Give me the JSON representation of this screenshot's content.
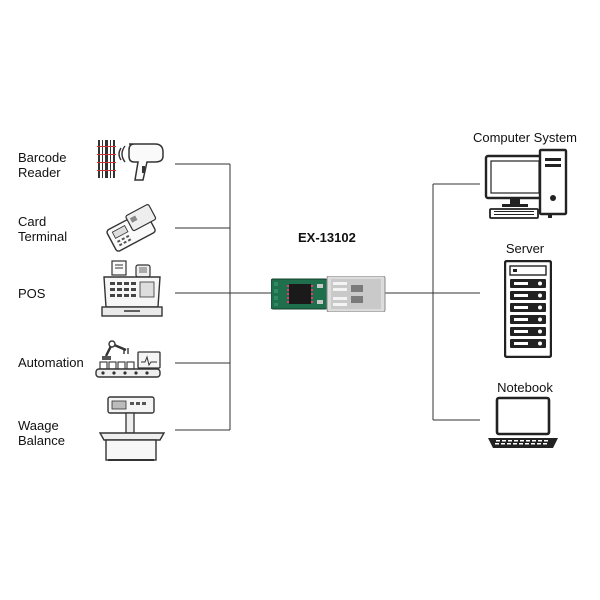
{
  "product": {
    "name": "EX-13102"
  },
  "devices_left": [
    {
      "line1": "Barcode",
      "line2": "Reader",
      "icon": "barcode-reader-icon"
    },
    {
      "line1": "Card",
      "line2": "Terminal",
      "icon": "card-terminal-icon"
    },
    {
      "line1": "POS",
      "line2": "",
      "icon": "pos-register-icon"
    },
    {
      "line1": "Automation",
      "line2": "",
      "icon": "automation-robot-icon"
    },
    {
      "line1": "Waage",
      "line2": "Balance",
      "icon": "scale-icon"
    }
  ],
  "devices_right": [
    {
      "label": "Computer System",
      "icon": "desktop-computer-icon"
    },
    {
      "label": "Server",
      "icon": "server-rack-icon"
    },
    {
      "label": "Notebook",
      "icon": "laptop-icon"
    }
  ],
  "colors": {
    "line": "#222222",
    "pcb": "#1f6e4c",
    "pcb_dark": "#11402b",
    "usb_metal": "#d8d8d8",
    "chip": "#e23a6b"
  }
}
